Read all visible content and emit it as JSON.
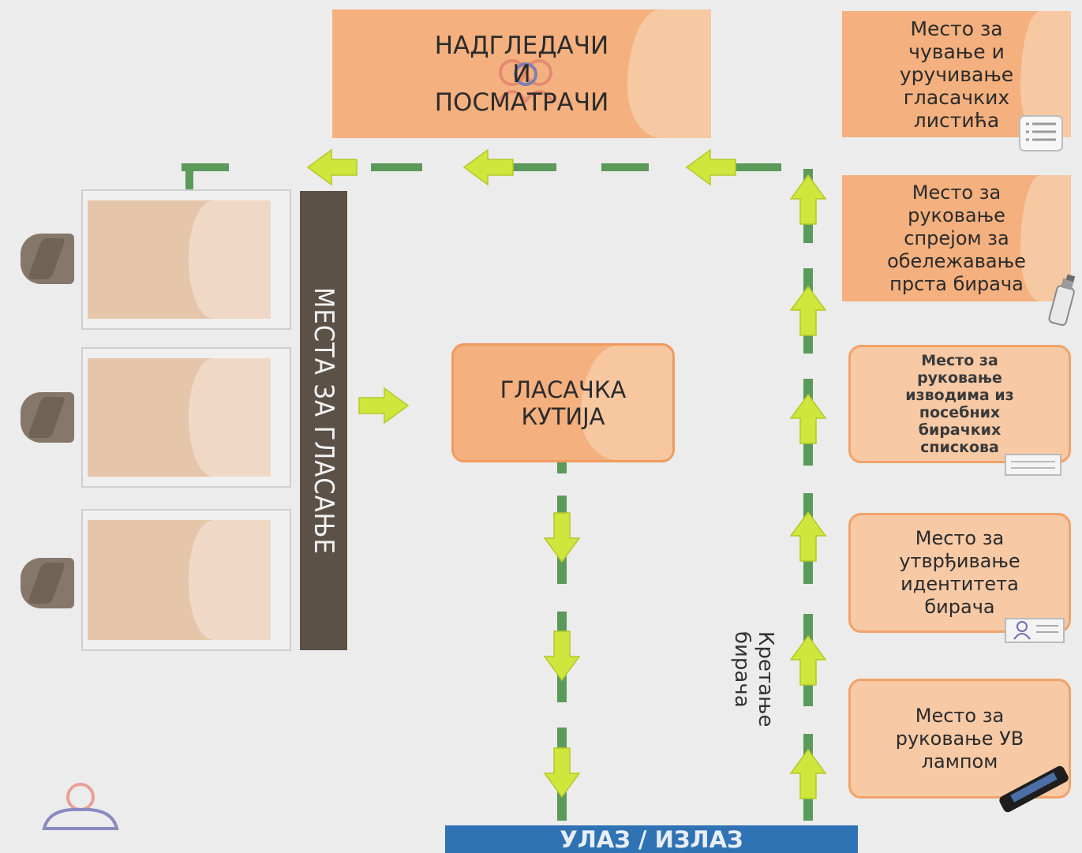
{
  "top_box": {
    "label": "НАДГЛЕДАЧИ\nИ\nПОСМАТРАЧИ"
  },
  "ballot_storage": {
    "label": "Место за\nчување и\nуручивање\nгласачких\nлистића"
  },
  "spray_station": {
    "label": "Место за\nруковање\nспрејом за\nобележавање\nпрста бирача"
  },
  "extracts_station": {
    "label": "Место за\nруковање\nизводима из\nпосебних\nбирачких\nспискова"
  },
  "identity_station": {
    "label": "Место за\nутврђивање\nидентитета\nбирача"
  },
  "uv_station": {
    "label": "Место за\nруковање УВ\nлампом"
  },
  "ballot_box": {
    "label": "ГЛАСАЧКА\nКУТИЈА"
  },
  "voting_booths": {
    "label": "МЕСТА ЗА ГЛАСАЊЕ",
    "count": 3
  },
  "voter_movement": {
    "label": "Кретање бирача"
  },
  "entrance_exit": {
    "label": "УЛАЗ / ИЗЛАЗ"
  },
  "colors": {
    "box": "#f4b07e",
    "arrow": "#cfe63c",
    "path": "#5a9a5a",
    "exit": "#2f73b5",
    "divider": "#5c5147"
  }
}
